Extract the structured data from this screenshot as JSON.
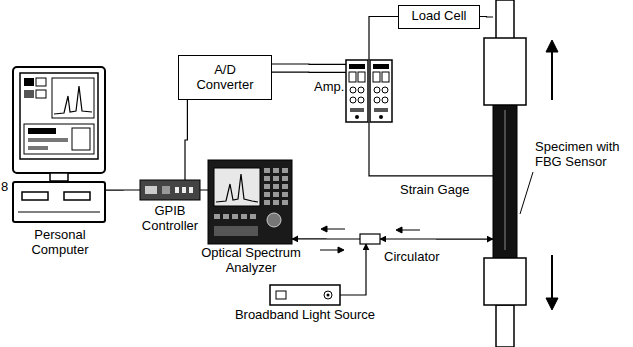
{
  "diagram": {
    "nodes": [
      {
        "text": [
          "Personal Computer"
        ]
      },
      {
        "text": [
          "A/D Converter"
        ]
      },
      {
        "text": [
          "Load Cell"
        ]
      },
      {
        "text": [
          "Amp."
        ]
      },
      {
        "text": [
          "GPIB Controller"
        ]
      },
      {
        "text": [
          "Optical Spectrum Analyzer"
        ]
      },
      {
        "text": [
          "Circulator"
        ]
      },
      {
        "text": [
          "Broadband Light Source"
        ]
      },
      {
        "text": [
          "Specimen with FBG Sensor"
        ]
      }
    ],
    "edges": [
      {
        "from": 0,
        "to": 4,
        "arrow": "none"
      },
      {
        "from": 4,
        "to": 1,
        "arrow": "none"
      },
      {
        "from": 1,
        "to": 3,
        "arrow": "none"
      },
      {
        "from": 1,
        "to": 3,
        "arrow": "none"
      },
      {
        "from": 3,
        "to": 2,
        "arrow": "none"
      },
      {
        "from": 2,
        "to": 8,
        "arrow": "none"
      },
      {
        "from": 3,
        "to": 8,
        "arrow": "none"
      },
      {
        "from": 4,
        "to": 5,
        "arrow": "none"
      },
      {
        "from": 6,
        "to": 5,
        "arrow": "to"
      },
      {
        "from": 7,
        "to": 6,
        "arrow": "to"
      },
      {
        "from": 6,
        "to": 8,
        "arrow": "both"
      }
    ],
    "labels": [
      "Strain Gage",
      "8"
    ]
  }
}
